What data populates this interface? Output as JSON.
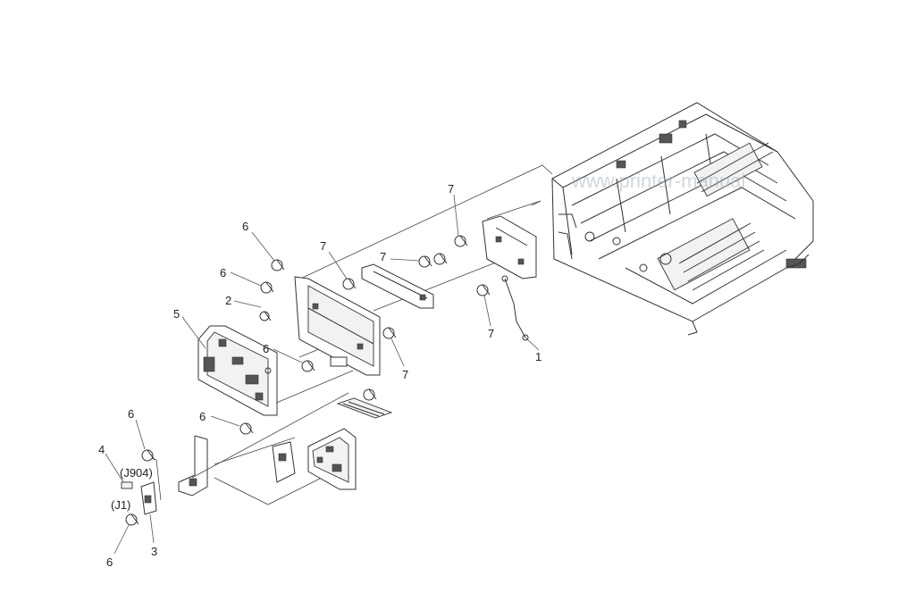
{
  "diagram": {
    "callouts": {
      "c1": "1",
      "c2": "2",
      "c3": "3",
      "c4": "4",
      "c5": "5",
      "c6a": "6",
      "c6b": "6",
      "c6c": "6",
      "c6d": "6",
      "c6e": "6",
      "c6f": "6",
      "c7a": "7",
      "c7b": "7",
      "c7c": "7",
      "c7d": "7",
      "c7e": "7"
    },
    "connectors": {
      "j904": "(J904)",
      "j1": "(J1)"
    },
    "watermark": "www.printer-manual"
  }
}
